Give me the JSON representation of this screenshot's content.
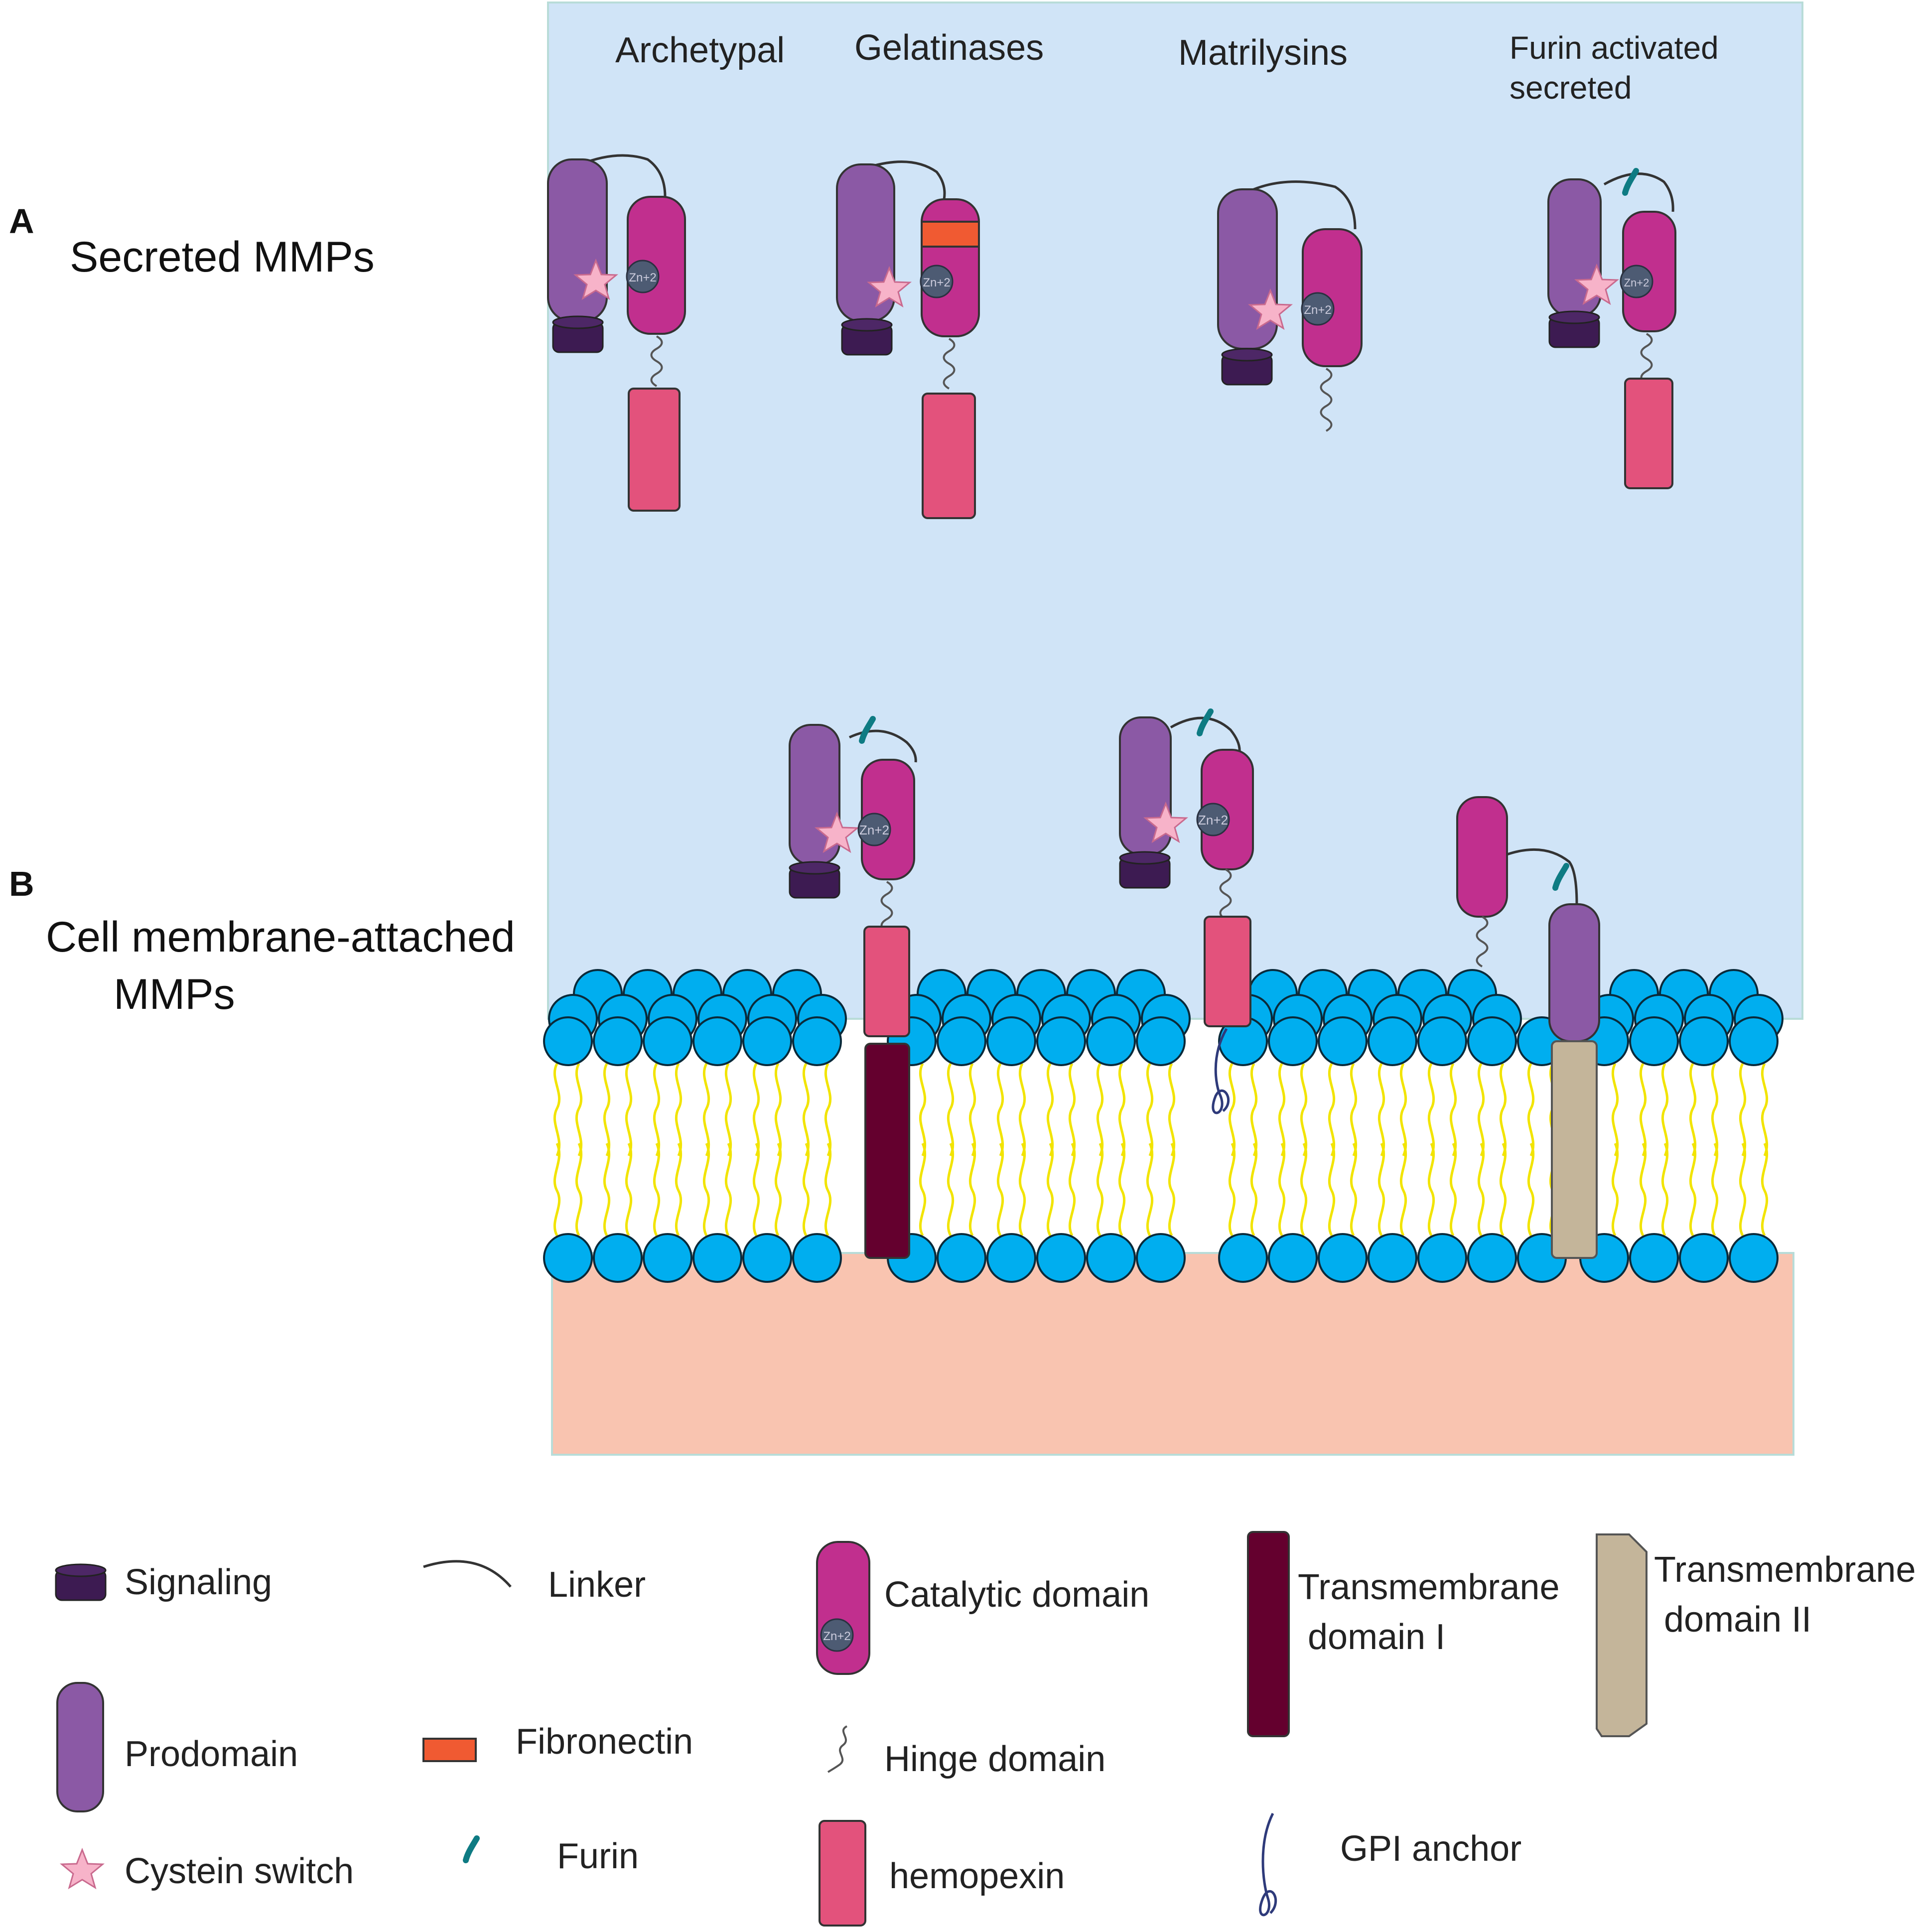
{
  "panels": {
    "a_letter": "A",
    "a_label": "Secreted MMPs",
    "b_letter": "B",
    "b_label_line1": "Cell membrane-attached",
    "b_label_line2": "MMPs"
  },
  "columns": {
    "archetypal": "Archetypal",
    "gelatinases": "Gelatinases",
    "matrilysins": "Matrilysins",
    "furin_line1": "Furin activated",
    "furin_line2": "secreted"
  },
  "zinc": {
    "short": "Zn+2",
    "membrane": "Zn+2"
  },
  "legend": {
    "signaling": "Signaling",
    "prodomain": "Prodomain",
    "cystein_switch": "Cystein switch",
    "linker": "Linker",
    "fibronectin": "Fibronectin",
    "furin": "Furin",
    "catalytic": "Catalytic domain",
    "hinge": "Hinge domain",
    "hemopexin": "hemopexin",
    "tm1_line1": "Transmembrane",
    "tm1_line2": "domain I",
    "tm2_line1": "Transmembrane",
    "tm2_line2": "domain II",
    "gpi": "GPI anchor"
  },
  "colors": {
    "extracellular": "#d0e4f7",
    "cytoplasm": "#f9c4b0",
    "prodomain": "#8b59a5",
    "catalytic": "#c12f8e",
    "hemopexin": "#e3527c",
    "signaling": "#3d1b52",
    "fibronectin": "#f05a32",
    "furin": "#0e7b83",
    "zinc": "#4d5b73",
    "cystein": "#f7b3c9",
    "lipid_head": "#00aeef",
    "lipid_tail": "#f2e400",
    "tm1": "#64002e",
    "tm2": "#c4b59a",
    "gpi": "#2e3a7a"
  }
}
